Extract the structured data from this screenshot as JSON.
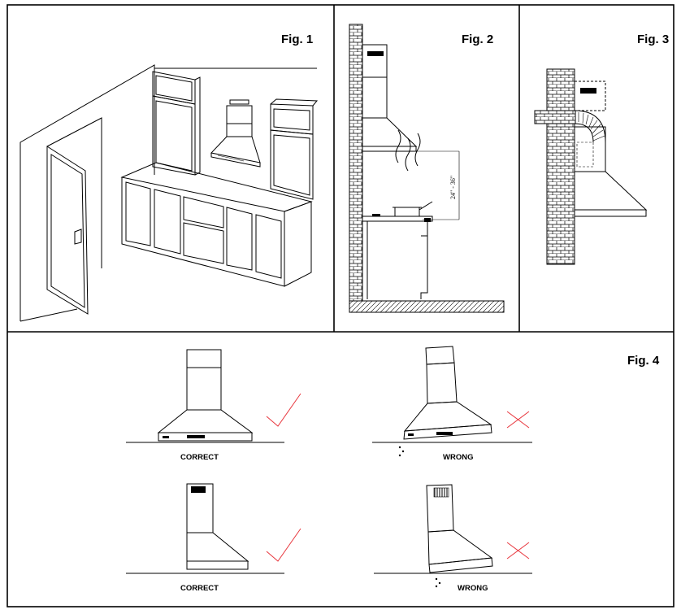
{
  "figures": {
    "fig1": {
      "label": "Fig. 1"
    },
    "fig2": {
      "label": "Fig. 2",
      "dimension": "24\" - 36\""
    },
    "fig3": {
      "label": "Fig. 3"
    },
    "fig4": {
      "label": "Fig. 4",
      "top_left_caption": "CORRECT",
      "top_right_caption": "WRONG",
      "bottom_left_caption": "CORRECT",
      "bottom_right_caption": "WRONG"
    }
  },
  "colors": {
    "line": "#000000",
    "mark_red": "#e8373e",
    "background": "#ffffff"
  },
  "icons": [
    "check-mark-icon",
    "cross-mark-icon"
  ]
}
